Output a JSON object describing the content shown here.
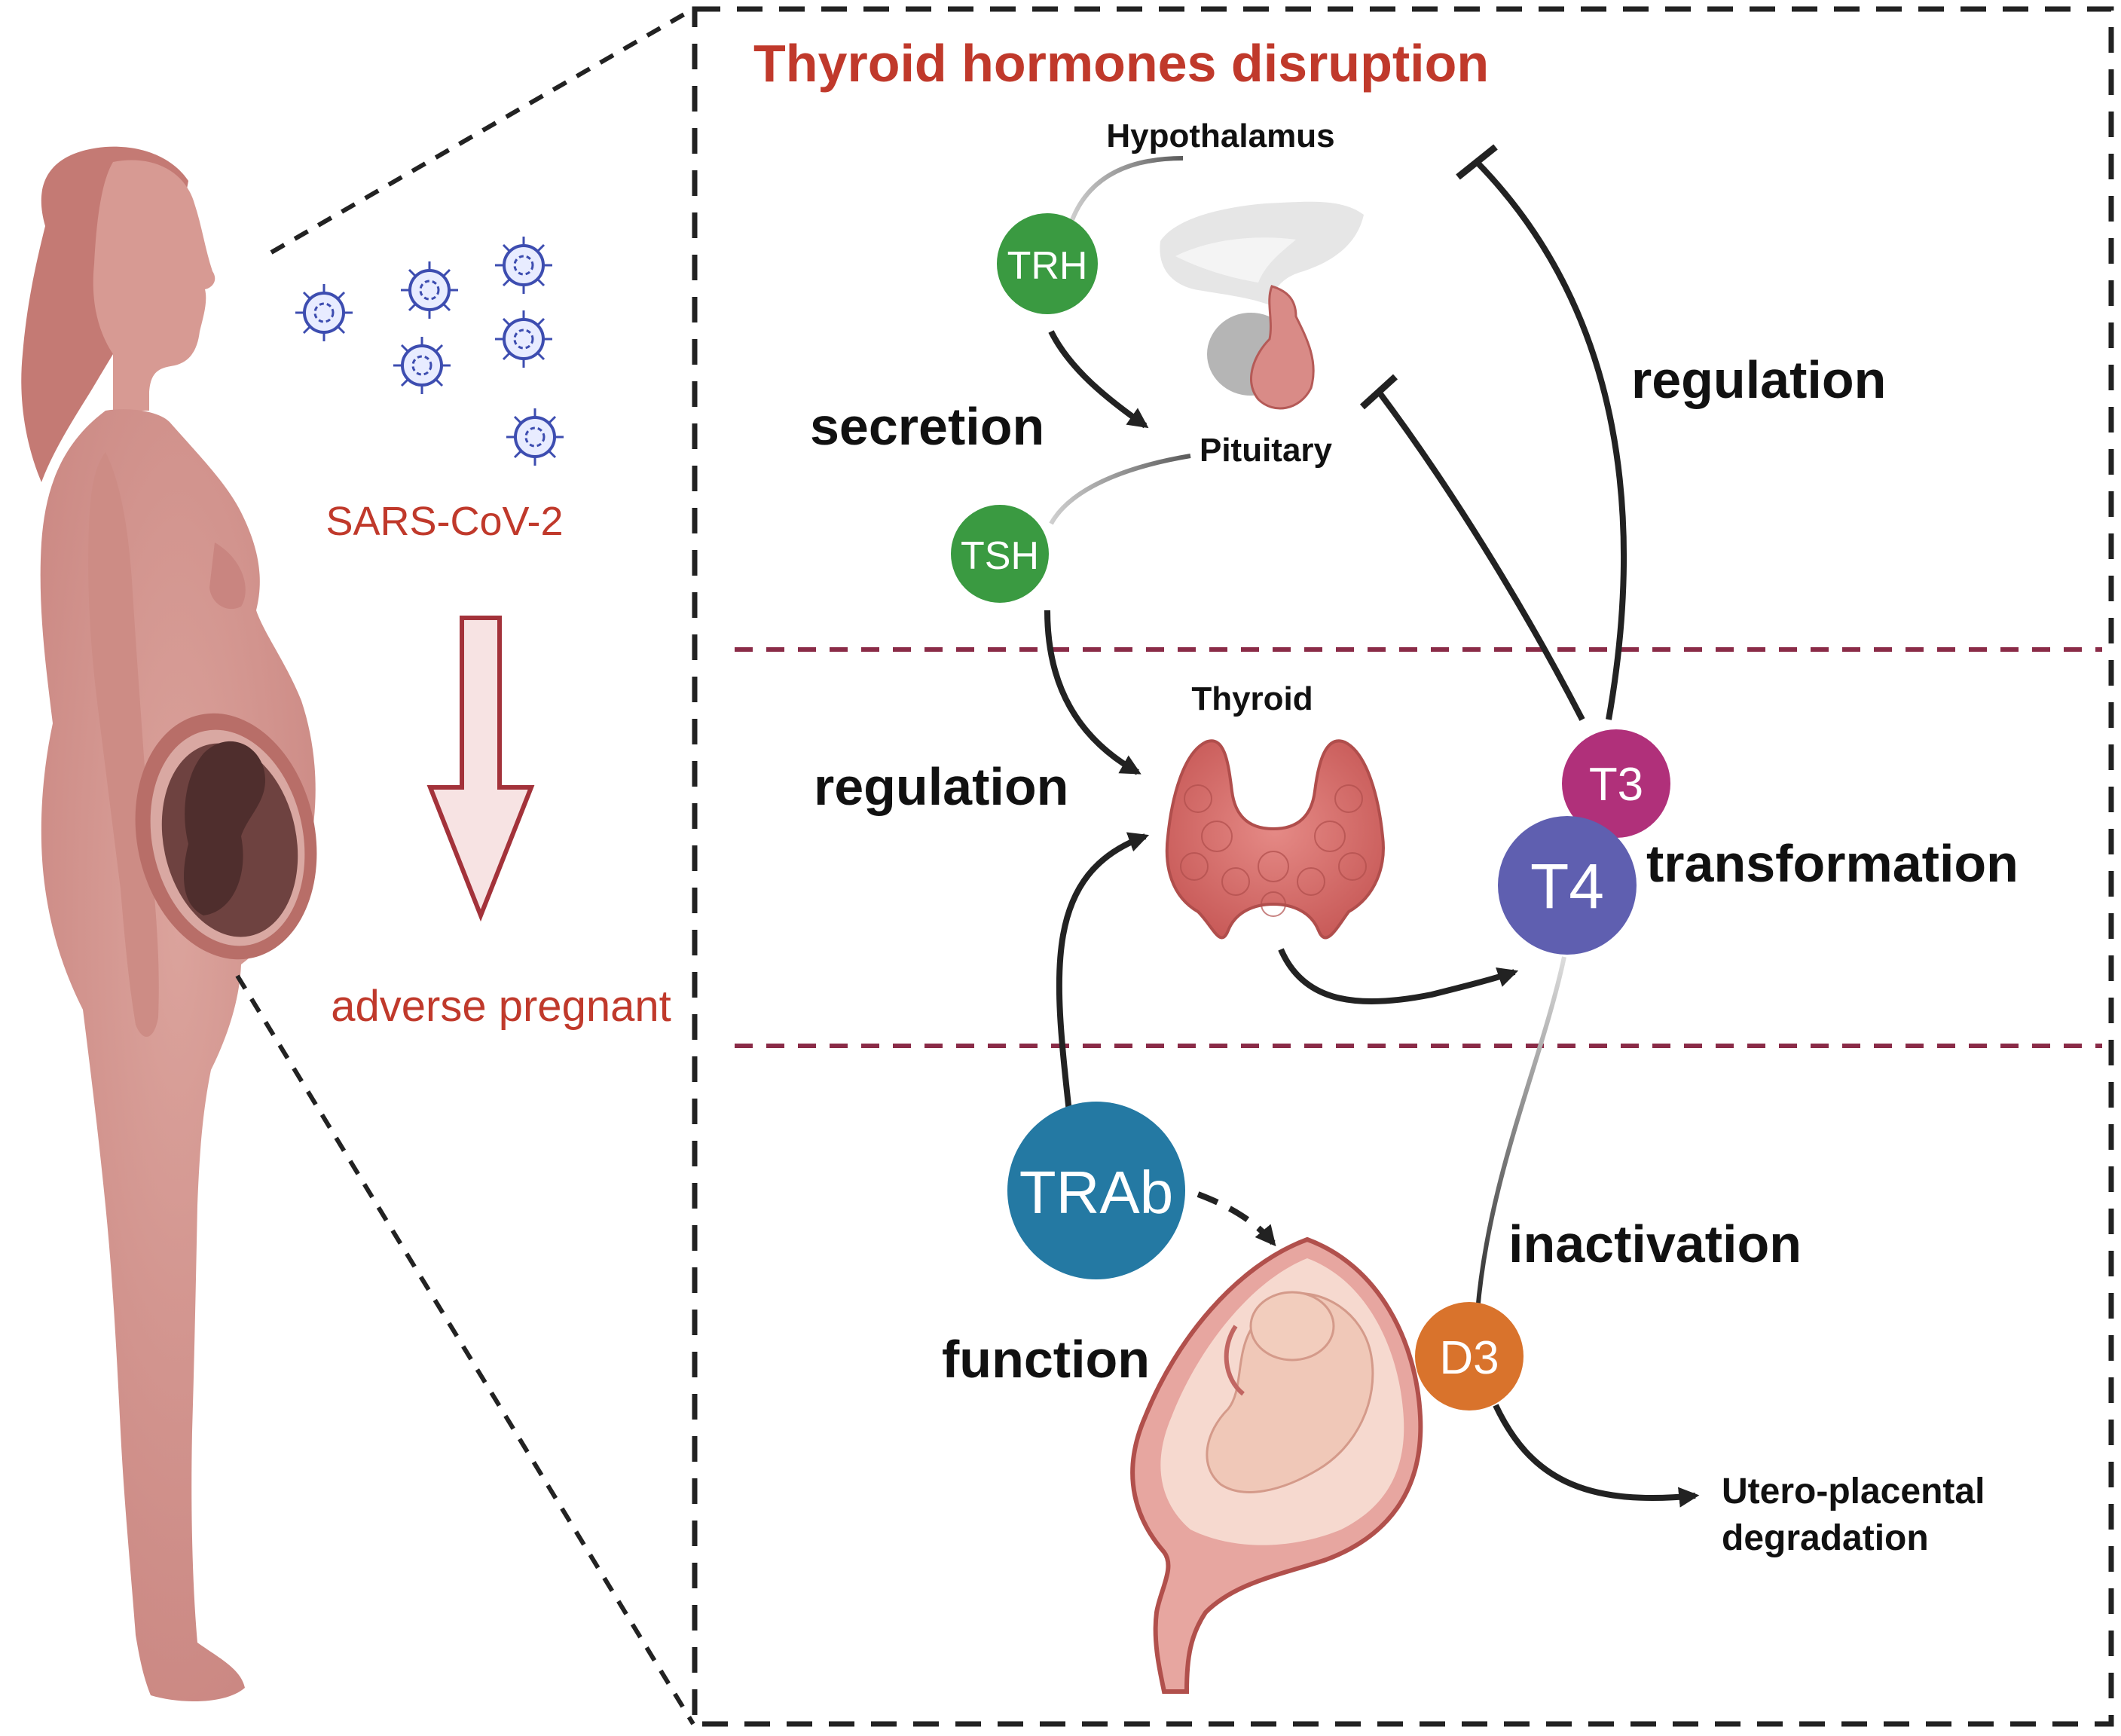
{
  "title": "Thyroid hormones disruption",
  "left": {
    "virus_label": "SARS-CoV-2",
    "outcome_label": "adverse pregnant"
  },
  "organs": {
    "hypothalamus": "Hypothalamus",
    "pituitary": "Pituitary",
    "thyroid": "Thyroid"
  },
  "badges": {
    "trh": "TRH",
    "tsh": "TSH",
    "t3": "T3",
    "t4": "T4",
    "trab": "TRAb",
    "d3": "D3"
  },
  "process_labels": {
    "secretion": "secretion",
    "regulation_left": "regulation",
    "regulation_right": "regulation",
    "transformation": "transformation",
    "inactivation": "inactivation",
    "function": "function"
  },
  "degradation": {
    "line1": "Utero-placental",
    "line2": "degradation"
  },
  "colors": {
    "title": "#c0392b",
    "accent_red": "#b5352c",
    "trh_tsh": "#3a9a41",
    "t3": "#b0307a",
    "t4": "#5f5fb0",
    "trab": "#2479a3",
    "d3": "#d9732c",
    "divider": "#8a2b47",
    "body_skin": "#d79a93"
  }
}
